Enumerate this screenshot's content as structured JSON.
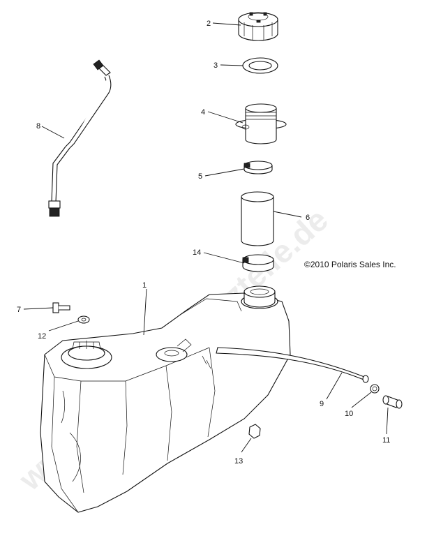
{
  "diagram": {
    "copyright": "©2010 Polaris Sales Inc.",
    "watermark": "www.polaris-ersatzteile.de",
    "callouts": [
      {
        "id": "c1",
        "label": "1"
      },
      {
        "id": "c2",
        "label": "2"
      },
      {
        "id": "c3",
        "label": "3"
      },
      {
        "id": "c4",
        "label": "4"
      },
      {
        "id": "c5",
        "label": "5"
      },
      {
        "id": "c6",
        "label": "6"
      },
      {
        "id": "c7",
        "label": "7"
      },
      {
        "id": "c8",
        "label": "8"
      },
      {
        "id": "c9",
        "label": "9"
      },
      {
        "id": "c10",
        "label": "10"
      },
      {
        "id": "c11",
        "label": "11"
      },
      {
        "id": "c12",
        "label": "12"
      },
      {
        "id": "c13",
        "label": "13"
      },
      {
        "id": "c14",
        "label": "14"
      }
    ]
  }
}
